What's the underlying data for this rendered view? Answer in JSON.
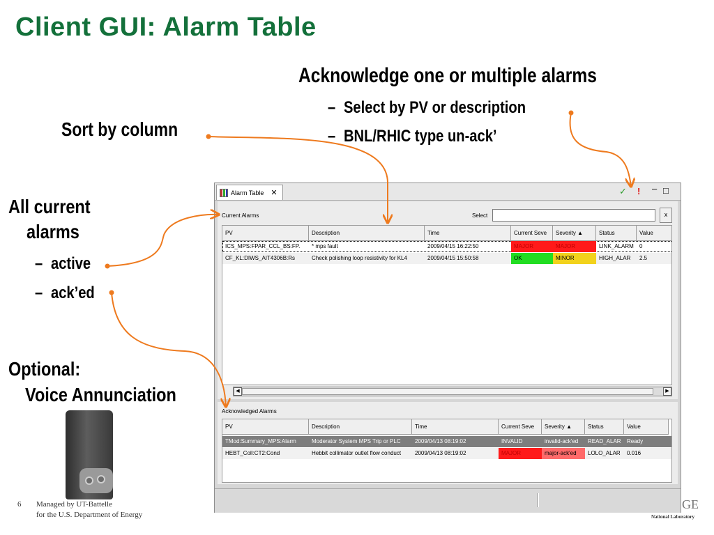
{
  "slide": {
    "title": "Client GUI: Alarm Table",
    "ack_heading": "Acknowledge one or multiple alarms",
    "ack_bullets": [
      "Select by PV or description",
      "BNL/RHIC type un-ack’"
    ],
    "sort_label": "Sort by column",
    "all_current_line1": "All current",
    "all_current_line2": "alarms",
    "left_bullets": [
      "active",
      "ack’ed"
    ],
    "bullet_dash": "–",
    "optional_line1": "Optional:",
    "optional_line2": "Voice Annunciation",
    "page_number": "6",
    "footer_line1": "Managed by UT-Battelle",
    "footer_line2": "for the U.S. Department of Energy",
    "logo_fragment": "GE",
    "logo_subtext": "National Laboratory"
  },
  "window": {
    "tab_label": "Alarm Table",
    "tab_close": "✕",
    "toolbar": {
      "ack_symbol": "✓",
      "unack_symbol": "!",
      "minimize_symbol": "–",
      "maximize_symbol": "□"
    },
    "current": {
      "label": "Current Alarms",
      "select_label": "Select",
      "select_value": "",
      "clear_label": "x",
      "columns": [
        "PV",
        "Description",
        "Time",
        "Current Seve",
        "Severity ▲",
        "Status",
        "Value"
      ],
      "rows": [
        [
          "ICS_MPS:FPAR_CCL_BS:FP.",
          "* mps fault",
          "2009/04/15 16:22:50",
          "MAJOR",
          "MAJOR",
          "LINK_ALARM",
          "0"
        ],
        [
          "CF_KL:DIWS_AIT4306B:Rs",
          "Check polishing loop resistivity for KL4",
          "2009/04/15 15:50:58",
          "OK",
          "MINOR",
          "HIGH_ALAR",
          "2.5"
        ]
      ],
      "scroll_left": "◀",
      "scroll_right": "▶"
    },
    "acknowledged": {
      "label": "Acknowledged Alarms",
      "columns": [
        "PV",
        "Description",
        "Time",
        "Current Seve",
        "Severity ▲",
        "Status",
        "Value"
      ],
      "rows": [
        [
          "TMod:Summary_MPS:Alarm",
          "Moderator System MPS Trip or PLC",
          "2009/04/13 08:19:02",
          "INVALID",
          "invalid-ack'ed",
          "READ_ALAR",
          "Ready"
        ],
        [
          "HEBT_Coll:CT2:Cond",
          "Hebbit collimator outlet flow conduct",
          "2009/04/13 08:19:02",
          "MAJOR",
          "major-ack'ed",
          "LOLO_ALAR",
          "0.016"
        ]
      ]
    },
    "colors": {
      "major": "#ff1a1a",
      "minor": "#f2d21c",
      "ok": "#22dd22",
      "invalid_row": "#7d7d7d",
      "major_acked": "#ff6a6a",
      "arrow": "#ee7a1e",
      "title_green": "#13703a"
    }
  }
}
